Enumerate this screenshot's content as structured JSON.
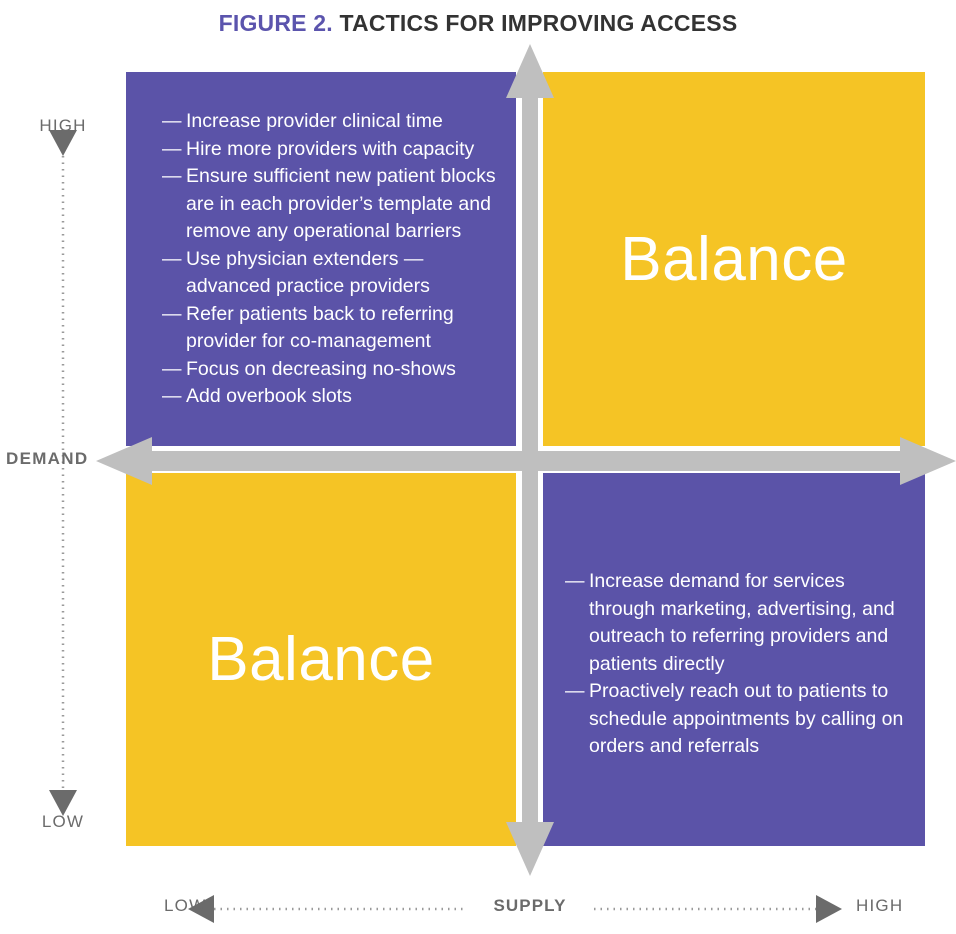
{
  "figure": {
    "title_prefix": "FIGURE 2.",
    "title_main": "TACTICS FOR IMPROVING ACCESS",
    "colors": {
      "purple": "#5B53A8",
      "yellow": "#F5C425",
      "title_purple": "#5B54AD",
      "title_dark": "#333333",
      "axis_gray": "#BFBFBF",
      "label_gray": "#6B6B6B",
      "text_white": "#FFFFFF",
      "background": "#FFFFFF"
    }
  },
  "axes": {
    "vertical": {
      "name": "DEMAND",
      "high_label": "HIGH",
      "low_label": "LOW"
    },
    "horizontal": {
      "name": "SUPPLY",
      "low_label": "LOW",
      "high_label": "HIGH"
    }
  },
  "quadrants": {
    "top_left": {
      "id": "high-demand-low-supply",
      "fill": "purple",
      "bullet_marker": "—",
      "items": [
        "Increase provider clinical time",
        "Hire more providers with capacity",
        "Ensure sufficient new patient blocks are in each provider’s template and remove any operational barriers",
        "Use physician extenders — advanced practice providers",
        "Refer patients back to referring provider for co-management",
        "Focus on decreasing no-shows",
        "Add overbook slots"
      ]
    },
    "top_right": {
      "id": "high-demand-high-supply",
      "fill": "yellow",
      "label": "Balance"
    },
    "bottom_left": {
      "id": "low-demand-low-supply",
      "fill": "yellow",
      "label": "Balance"
    },
    "bottom_right": {
      "id": "low-demand-high-supply",
      "fill": "purple",
      "bullet_marker": "—",
      "items": [
        "Increase demand for services through marketing, advertising, and outreach to referring providers and patients directly",
        "Proactively reach out to patients to schedule appointments by calling on orders and referrals"
      ]
    }
  }
}
